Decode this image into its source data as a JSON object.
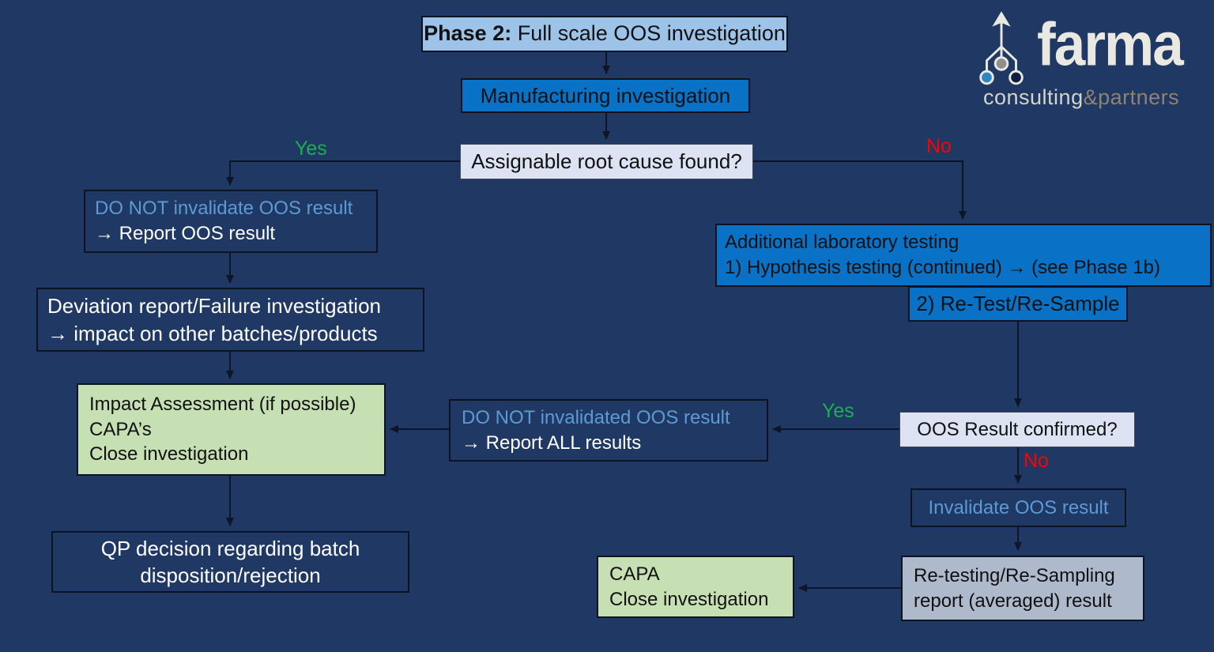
{
  "title": {
    "prefix": "Phase 2:",
    "rest": " Full scale OOS investigation"
  },
  "logo": {
    "name": "farma",
    "sub_consulting": "consulting",
    "sub_amp": "&",
    "sub_partners": "partners"
  },
  "labels": {
    "yes": "Yes",
    "no": "No"
  },
  "nodes": {
    "manufacturing": {
      "label": "Manufacturing investigation"
    },
    "assignable": {
      "label": "Assignable root cause found?"
    },
    "do_not_invalidate": {
      "line1": "DO NOT invalidate OOS result",
      "line2": "→ Report OOS result"
    },
    "deviation": {
      "line1": "Deviation report/Failure investigation",
      "line2": "→ impact on other batches/products"
    },
    "impact": {
      "line1": "Impact Assessment (if possible)",
      "line2": "CAPA’s",
      "line3": "Close investigation"
    },
    "qp": {
      "line1": "QP decision regarding batch",
      "line2": "disposition/rejection"
    },
    "additional_lab": {
      "line1": "Additional laboratory testing",
      "line2": "1) Hypothesis testing (continued) → (see Phase 1b)"
    },
    "retest_resample": {
      "label": "2) Re-Test/Re-Sample"
    },
    "oos_confirmed": {
      "label": "OOS Result confirmed?"
    },
    "do_not_invalidated": {
      "line1": "DO NOT invalidated OOS result",
      "line2": "→ Report ALL results"
    },
    "invalidate": {
      "label": "Invalidate OOS result"
    },
    "retesting_report": {
      "line1": "Re-testing/Re-Sampling",
      "line2": "report (averaged) result"
    },
    "capa_close": {
      "line1": "CAPA",
      "line2": "Close investigation"
    }
  },
  "colors": {
    "background": "#203864",
    "box_blue": "#0a72c6",
    "box_light_blue": "#9ec3e8",
    "box_lavender": "#dde3f2",
    "box_green": "#c6e0b4",
    "box_gray": "#aeb9cb",
    "border_dark": "#0c1322",
    "connector": "#0d1526",
    "text_light_blue": "#5b9bd5",
    "yes_green": "#1caf4f",
    "no_red": "#ff0000",
    "logo_cream": "#e9e9e1",
    "logo_tan": "#8d8373",
    "logo_blue_dot": "#2f86c4",
    "logo_gray_dot": "#8f8f8d",
    "logo_navy_dot": "#101c42"
  }
}
